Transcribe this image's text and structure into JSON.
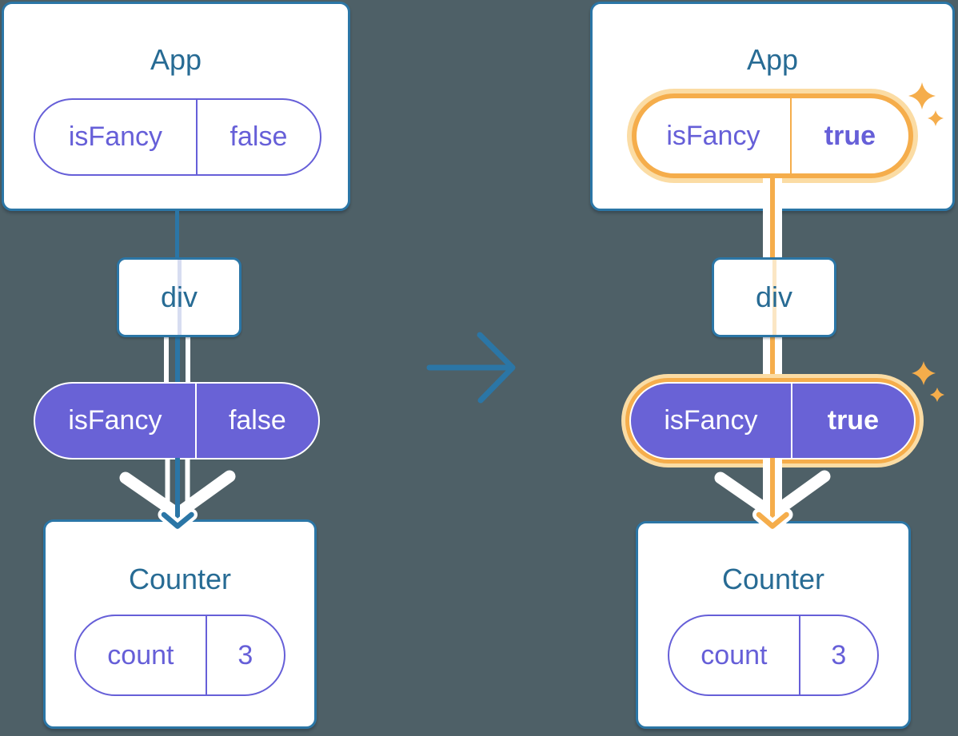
{
  "colors": {
    "background": "#4E6067",
    "card_border": "#2B76A6",
    "title_text": "#276B94",
    "purple_fill": "#6962D6",
    "purple_text": "#665FD8",
    "orange": "#F5AD4B",
    "orange_light": "#FBDCA4",
    "faint_blue": "#D7DDF1",
    "faint_orange": "#FBE6C4"
  },
  "before": {
    "app": {
      "title": "App",
      "prop": {
        "name": "isFancy",
        "value": "false"
      }
    },
    "container": {
      "label": "div"
    },
    "passed_prop": {
      "name": "isFancy",
      "value": "false"
    },
    "counter": {
      "title": "Counter",
      "state": {
        "name": "count",
        "value": "3"
      }
    }
  },
  "after": {
    "app": {
      "title": "App",
      "prop": {
        "name": "isFancy",
        "value": "true"
      }
    },
    "container": {
      "label": "div"
    },
    "passed_prop": {
      "name": "isFancy",
      "value": "true"
    },
    "counter": {
      "title": "Counter",
      "state": {
        "name": "count",
        "value": "3"
      }
    }
  },
  "icons": {
    "transition_arrow": "right-arrow",
    "flow_arrow": "down-arrow",
    "highlight": "sparkles"
  }
}
